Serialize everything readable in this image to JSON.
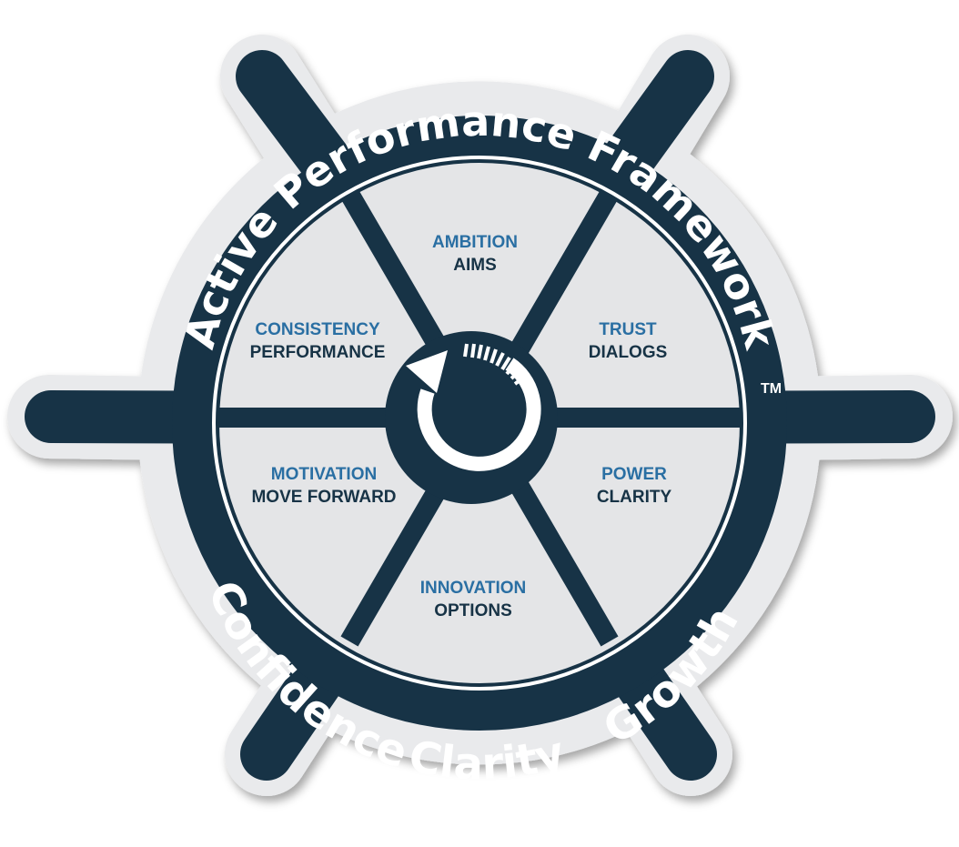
{
  "colors": {
    "navy": "#173346",
    "panel": "#e4e5e7",
    "outline": "#e9eaec",
    "accent_blue": "#2a6fa3",
    "white": "#ffffff"
  },
  "ring_text": {
    "top": "Active Performance Framework",
    "trademark": "TM",
    "bottom_left": "Confidence",
    "bottom_middle": "Clarity",
    "bottom_right": "Growth"
  },
  "segments": [
    {
      "id": "top",
      "value": "AMBITION",
      "action": "AIMS"
    },
    {
      "id": "top-right",
      "value": "TRUST",
      "action": "DIALOGS"
    },
    {
      "id": "bottom-right",
      "value": "POWER",
      "action": "CLARITY"
    },
    {
      "id": "bottom",
      "value": "INNOVATION",
      "action": "OPTIONS"
    },
    {
      "id": "bottom-left",
      "value": "MOTIVATION",
      "action": "MOVE FORWARD"
    },
    {
      "id": "top-left",
      "value": "CONSISTENCY",
      "action": "PERFORMANCE"
    }
  ],
  "hub": {
    "icon": "cycle-arrow-icon"
  }
}
